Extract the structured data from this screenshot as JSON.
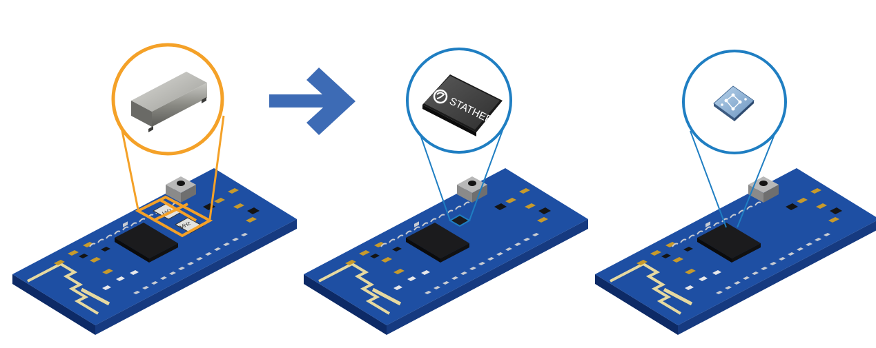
{
  "colors": {
    "orange_callout": "#f4a128",
    "blue_callout": "#1f7ec2",
    "arrow": "#3d6bb5",
    "pcb_top": "#1e4fa3",
    "pcb_side": "#0d2a66",
    "chip": "#1b1b1d",
    "pad": "#c9ccd2",
    "capacitor": "#c79a2c",
    "antenna": "#e6d9a0"
  },
  "panels": [
    {
      "name": "crystal-oscillator-module",
      "callout": "orange",
      "labels": [
        "kHz",
        "MHz"
      ]
    },
    {
      "name": "stathera-mems-module",
      "callout": "blue",
      "chip_brand": "STATHERA"
    },
    {
      "name": "bare-die-module",
      "callout": "blue"
    }
  ],
  "icons": {
    "transition_arrow": "right-arrow-icon"
  }
}
